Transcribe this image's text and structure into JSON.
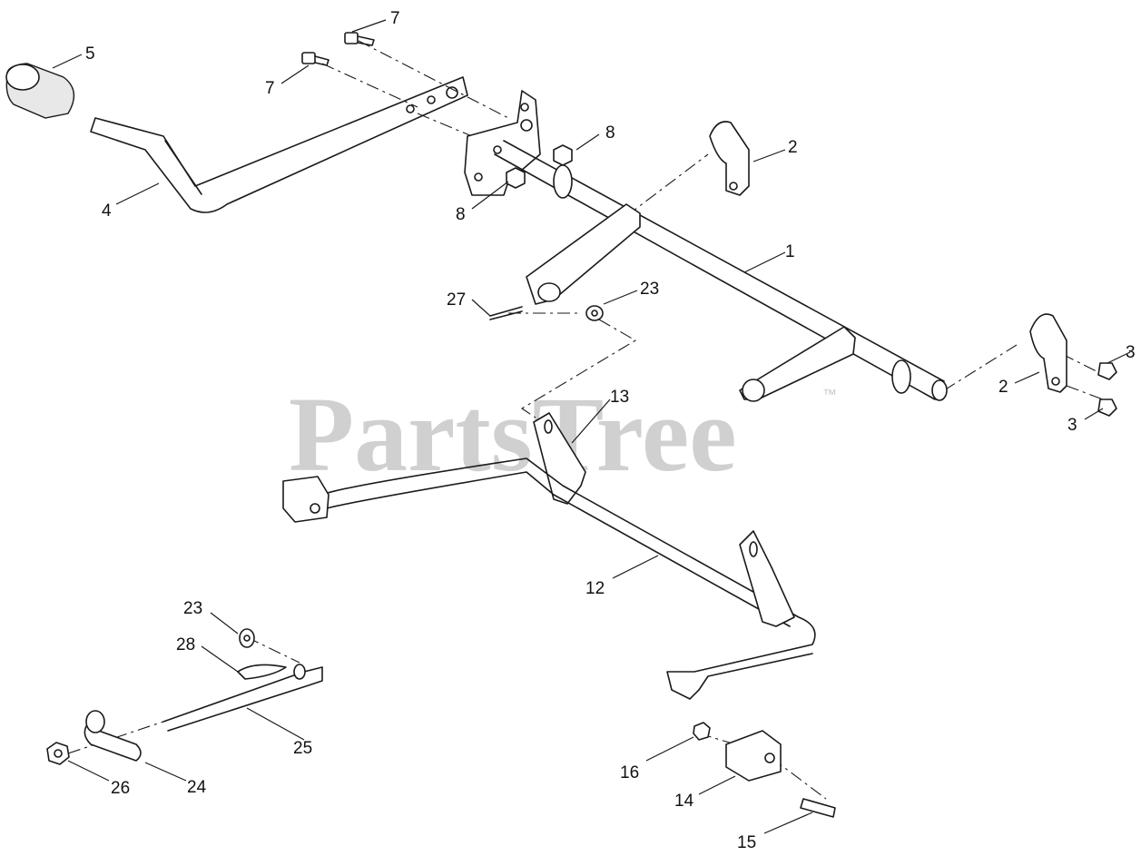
{
  "watermark": {
    "text": "PartsTree",
    "trademark": "™"
  },
  "callouts": [
    "7",
    "7",
    "5",
    "8",
    "8",
    "2",
    "4",
    "1",
    "27",
    "23",
    "3",
    "2",
    "3",
    "13",
    "12",
    "23",
    "28",
    "25",
    "26",
    "24",
    "16",
    "14",
    "15"
  ]
}
